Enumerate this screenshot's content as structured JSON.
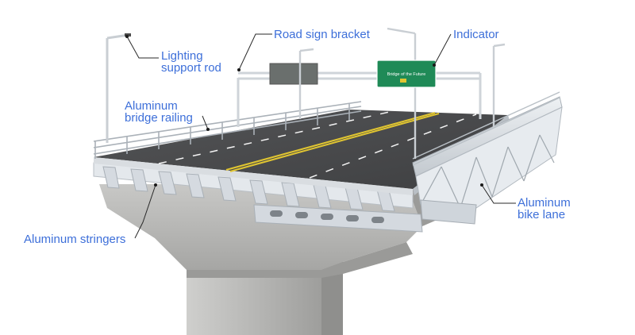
{
  "labels": {
    "lighting_support_rod": [
      "Lighting",
      "support rod"
    ],
    "road_sign_bracket": "Road sign bracket",
    "indicator": "Indicator",
    "aluminum_bridge_railing": [
      "Aluminum",
      "bridge railing"
    ],
    "aluminum_stringers": "Aluminum stringers",
    "aluminum_bike_lane": [
      "Aluminum",
      "bike lane"
    ]
  },
  "road_sign": {
    "text": "Bridge of the Future",
    "color": "#1f8a57"
  },
  "colors": {
    "label": "#3d6fd9",
    "road": "#4a4b4d",
    "center_line": "#e0c531",
    "concrete": "#b9b9b7",
    "aluminum": "#d8dde2"
  }
}
